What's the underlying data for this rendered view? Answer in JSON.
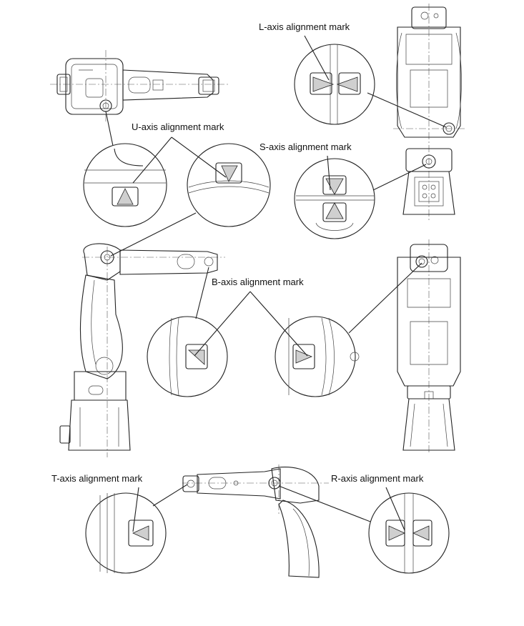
{
  "labels": {
    "l_axis": "L-axis alignment mark",
    "u_axis": "U-axis alignment mark",
    "s_axis": "S-axis alignment mark",
    "b_axis": "B-axis alignment mark",
    "t_axis": "T-axis alignment mark",
    "r_axis": "R-axis alignment mark"
  },
  "colors": {
    "line": "#222222",
    "marker": "#222222",
    "background": "#ffffff"
  }
}
